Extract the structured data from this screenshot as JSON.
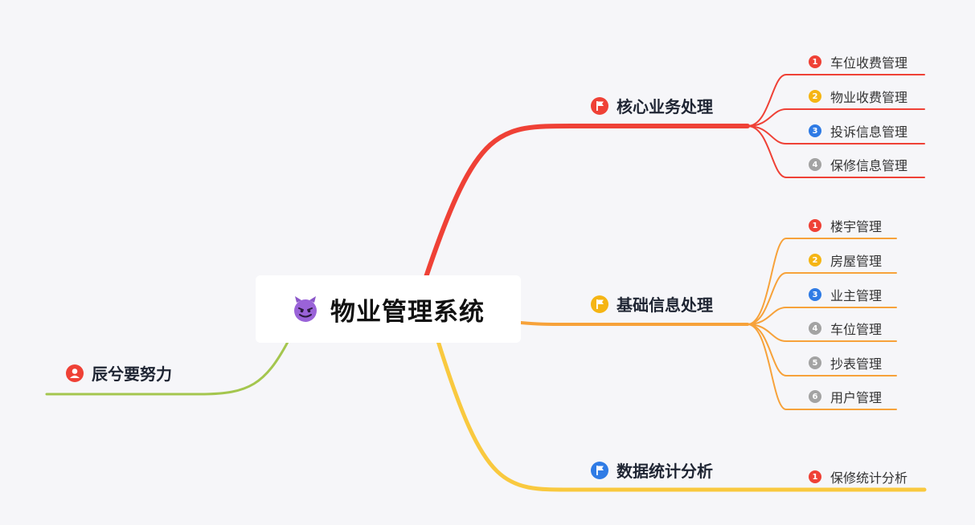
{
  "colors": {
    "background": "#f6f6f9",
    "red": "#ef4136",
    "orange": "#f7a23a",
    "yellow": "#f9c93f",
    "green": "#a4c64e",
    "blue": "#2f7be5",
    "gray": "#a3a3a3",
    "purple": "#8b56c9"
  },
  "central": {
    "title": "物业管理系统",
    "icon": "devil-emoji-icon"
  },
  "left_branch": {
    "label": "辰兮要努力",
    "icon": "user-icon",
    "color": "#a4c64e"
  },
  "branches": [
    {
      "label": "核心业务处理",
      "icon": "flag-icon",
      "color": "#ef4136",
      "icon_color": "#ef4136",
      "children": [
        {
          "label": "车位收费管理",
          "num": "1",
          "badge_color": "#ef4136"
        },
        {
          "label": "物业收费管理",
          "num": "2",
          "badge_color": "#f5b514"
        },
        {
          "label": "投诉信息管理",
          "num": "3",
          "badge_color": "#2f7be5"
        },
        {
          "label": "保修信息管理",
          "num": "4",
          "badge_color": "#a3a3a3"
        }
      ]
    },
    {
      "label": "基础信息处理",
      "icon": "flag-icon",
      "color": "#f7a23a",
      "icon_color": "#f5b514",
      "children": [
        {
          "label": "楼宇管理",
          "num": "1",
          "badge_color": "#ef4136"
        },
        {
          "label": "房屋管理",
          "num": "2",
          "badge_color": "#f5b514"
        },
        {
          "label": "业主管理",
          "num": "3",
          "badge_color": "#2f7be5"
        },
        {
          "label": "车位管理",
          "num": "4",
          "badge_color": "#a3a3a3"
        },
        {
          "label": "抄表管理",
          "num": "5",
          "badge_color": "#a3a3a3"
        },
        {
          "label": "用户管理",
          "num": "6",
          "badge_color": "#a3a3a3"
        }
      ]
    },
    {
      "label": "数据统计分析",
      "icon": "flag-icon",
      "color": "#f9c93f",
      "icon_color": "#2f7be5",
      "children": [
        {
          "label": "保修统计分析",
          "num": "1",
          "badge_color": "#ef4136"
        }
      ]
    }
  ]
}
